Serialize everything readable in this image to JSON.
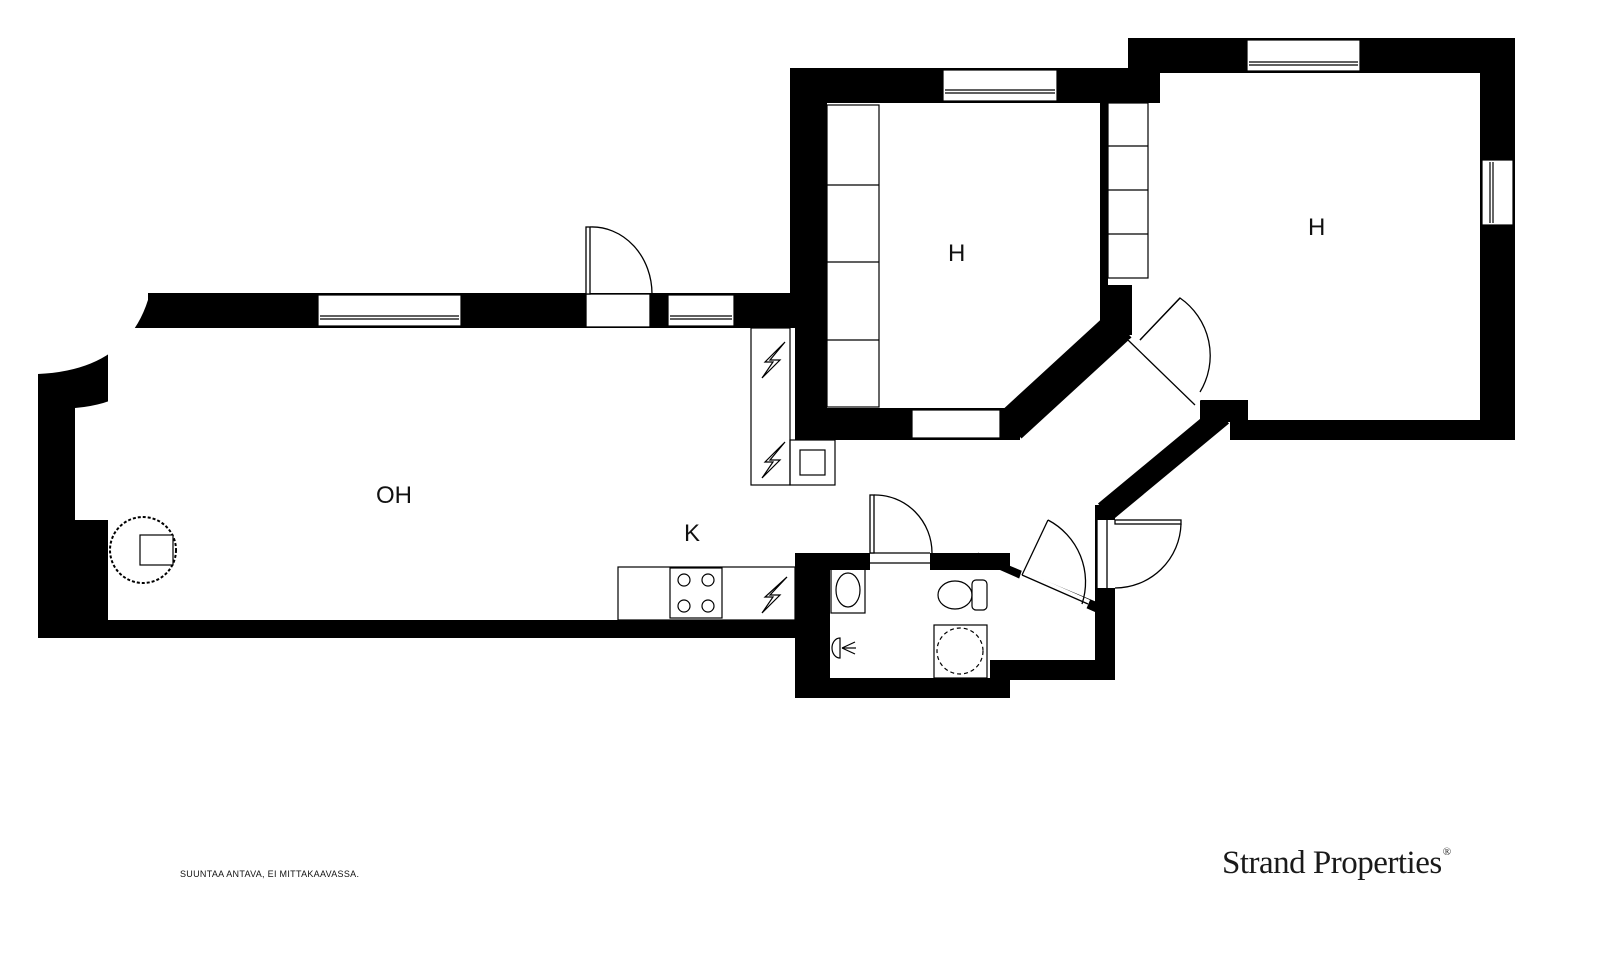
{
  "rooms": {
    "living": "OH",
    "kitchen": "K",
    "bedroom1": "H",
    "bedroom2": "H"
  },
  "footnote": "SUUNTAA ANTAVA, EI MITTAKAAVASSA.",
  "brand": {
    "name": "Strand Properties",
    "mark": "®"
  },
  "colors": {
    "wall": "#000000",
    "background": "#ffffff"
  }
}
